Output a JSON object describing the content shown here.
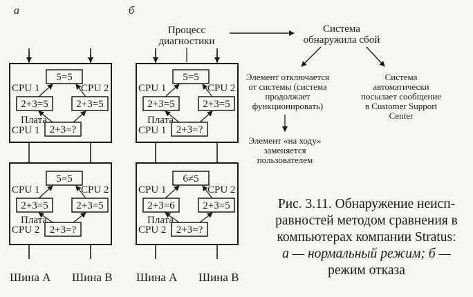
{
  "panels": {
    "a": {
      "letter": "а",
      "top": {
        "compare": "5=5",
        "cpu_left": "CPU 1",
        "cpu_right": "CPU 2",
        "calc_left": "2+3=5",
        "calc_right": "2+3=5",
        "board": "Плата",
        "board_cpu": "CPU 1",
        "input": "2+3=?"
      },
      "bottom": {
        "compare": "5=5",
        "cpu_left": "CPU 1",
        "cpu_right": "CPU 2",
        "calc_left": "2+3=5",
        "calc_right": "2+3=5",
        "board": "Плата",
        "board_cpu": "CPU 2",
        "input": "2+3=?"
      },
      "bus_a": "Шина A",
      "bus_b": "Шина B"
    },
    "b": {
      "letter": "б",
      "top": {
        "compare": "5=5",
        "cpu_left": "CPU 1",
        "cpu_right": "CPU 2",
        "calc_left": "2+3=5",
        "calc_right": "2+3=5",
        "board": "Плата",
        "board_cpu": "CPU 1",
        "input": "2+3=?"
      },
      "bottom": {
        "compare": "6≠5",
        "cpu_left": "CPU 1",
        "cpu_right": "CPU 2",
        "calc_left": "2+3=6",
        "calc_right": "2+3=5",
        "board": "Плата",
        "board_cpu": "CPU 2",
        "input": "2+3=?"
      },
      "bus_a": "Шина A",
      "bus_b": "Шина B"
    }
  },
  "flow": {
    "diag_line1": "Процесс",
    "diag_line2": "диагностики",
    "fail_line1": "Система",
    "fail_line2": "обнаружила сбой",
    "left_lines": [
      "Элемент отключается",
      "от системы (система",
      "продолжает",
      "функционировать)"
    ],
    "right_lines": [
      "Система",
      "автоматически",
      "посылает сообщение",
      "в Customer Support",
      "Center"
    ],
    "replace_lines": [
      "Элемент «на ходу»",
      "заменяется",
      "пользователем"
    ]
  },
  "caption": {
    "line1": "Рис. 3.11. Обнаружение неисп-",
    "line2": "равностей методом сравнения в",
    "line3": "компьютерах компании Stratus:",
    "line4": "а — нормальный режим; б —",
    "line5": "режим отказа"
  }
}
